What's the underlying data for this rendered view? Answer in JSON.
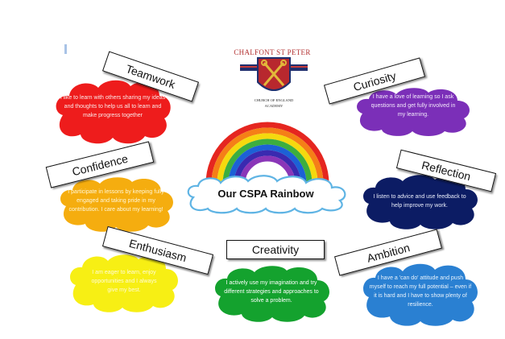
{
  "logo": {
    "name": "CHALFONT ST PETER",
    "line1": "CHURCH OF ENGLAND",
    "line2": "ACADEMY"
  },
  "center_title": "Our CSPA Rainbow",
  "values": {
    "teamwork": {
      "label": "Teamwork",
      "text": "I like to learn with others sharing my ideas and thoughts to help us all to learn and make progress together",
      "color": "#ee1c1c"
    },
    "curiosity": {
      "label": "Curiosity",
      "text": "I have a love of learning so I ask questions and get fully involved in my learning.",
      "color": "#7b2fb8"
    },
    "confidence": {
      "label": "Confidence",
      "text": "I participate in lessons by keeping fully engaged and taking pride in my contribution. I care about my learning!",
      "color": "#f5ad0f"
    },
    "reflection": {
      "label": "Reflection",
      "text": "I listen to advice and use feedback to help improve my work.",
      "color": "#0c1c64"
    },
    "enthusiasm": {
      "label": "Enthusiasm",
      "text": "I am eager to learn, enjoy opportunities and I always give my best.",
      "color": "#f7ef14"
    },
    "creativity": {
      "label": "Creativity",
      "text": "I actively use my imagination and try different strategies and approaches to solve a problem.",
      "color": "#14a22e"
    },
    "ambition": {
      "label": "Ambition",
      "text": "I have a 'can do' attitude and push myself to reach my full potential – even if it is hard and I have to show plenty of resilience.",
      "color": "#2a80d2"
    }
  }
}
